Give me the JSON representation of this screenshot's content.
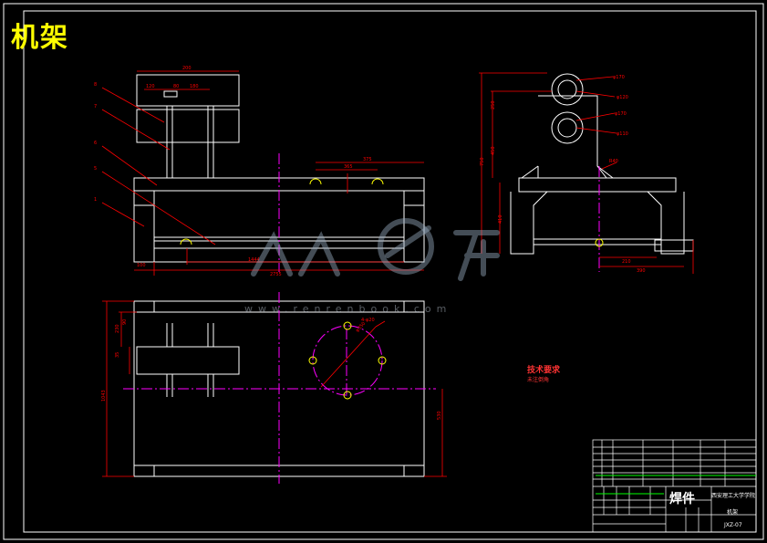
{
  "drawing": {
    "title": "机架",
    "watermark_text": "www.renrenbook.com",
    "watermark_logo_text": "人人文库",
    "tech_requirements_heading": "技术要求",
    "tech_requirements_note": "未注倒角"
  },
  "title_block": {
    "part_name": "焊件",
    "school": "西安理工大学学院",
    "drawing_label": "机架",
    "code": "JXZ-07"
  },
  "colors": {
    "background": "#000000",
    "outline": "#ffffff",
    "dimension": "#ff0000",
    "centerline": "#ff00ff",
    "hole": "#ffff00",
    "title": "#ffff00",
    "frame": "#ffffff"
  }
}
